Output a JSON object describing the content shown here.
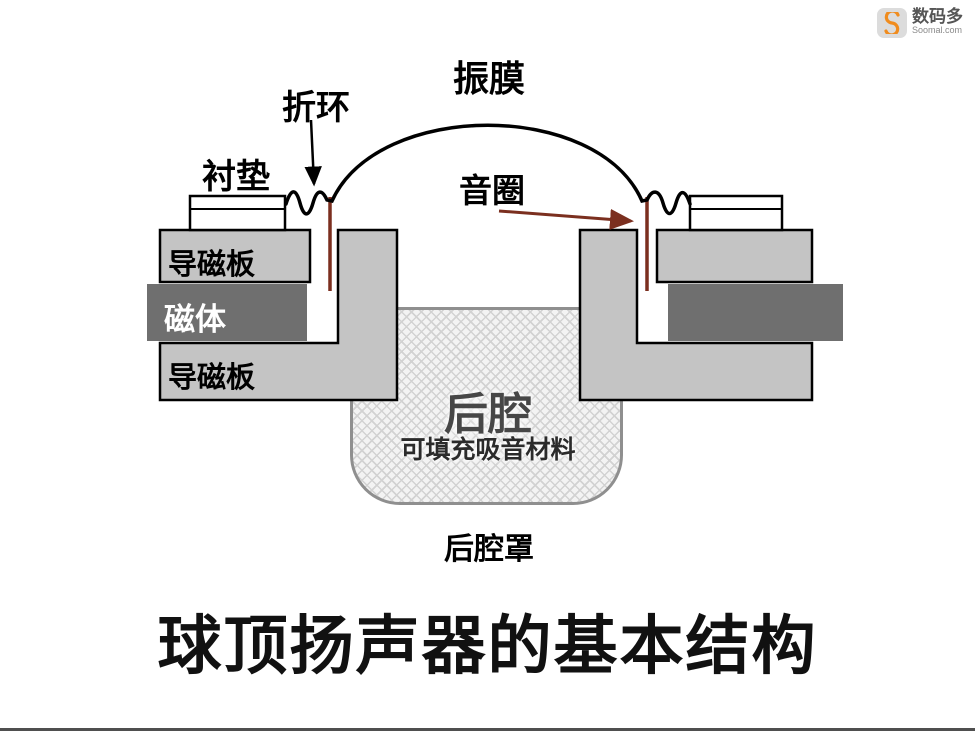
{
  "header": {
    "logo": {
      "brand": "数码多",
      "domain": "Soomal.com"
    }
  },
  "diagram": {
    "labels": {
      "diaphragm": "振膜",
      "surround": "折环",
      "gasket": "衬垫",
      "voice_coil": "音圈",
      "plate_top": "导磁板",
      "magnet": "磁体",
      "plate_bottom": "导磁板",
      "back_cavity": "后腔",
      "absorb_note": "可填充吸音材料",
      "back_cover": "后腔罩"
    },
    "colors": {
      "plate_fill": "#c4c4c4",
      "magnet_fill": "#6f6f6f",
      "voice_coil": "#7b2f1f",
      "outline": "#000000",
      "cavity_border": "#8f8f8f",
      "logo_accent": "#f08c1e"
    }
  },
  "title": "球顶扬声器的基本结构"
}
